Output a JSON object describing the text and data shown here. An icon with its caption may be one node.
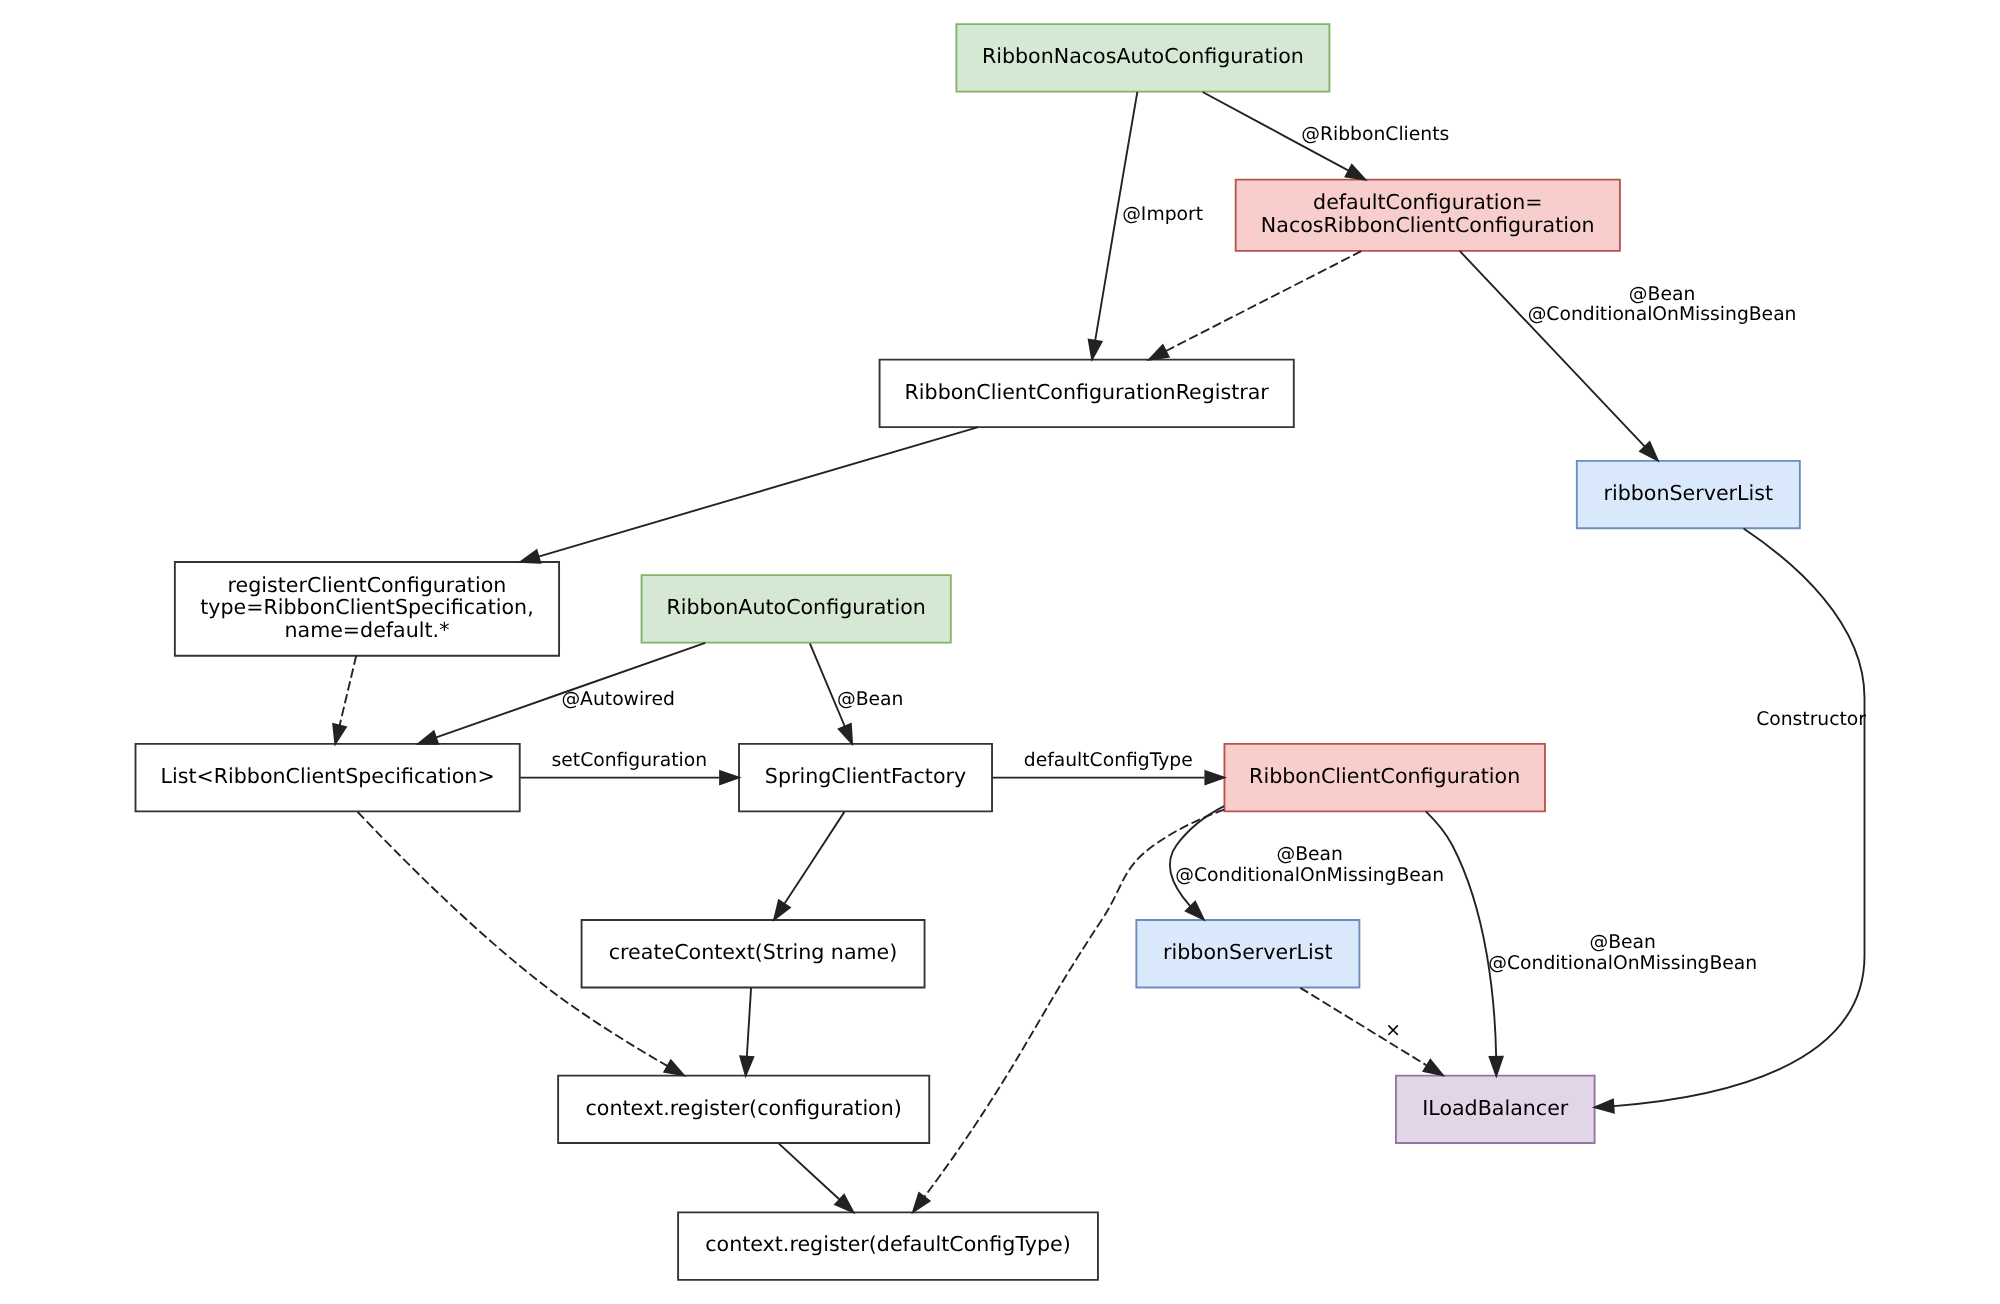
{
  "diagram": {
    "nodes": [
      {
        "text": [
          "RibbonNacosAutoConfiguration"
        ]
      },
      {
        "text": [
          "defaultConfiguration= NacosRibbonClientConfiguration"
        ]
      },
      {
        "text": [
          "RibbonClientConfigurationRegistrar"
        ]
      },
      {
        "text": [
          "ribbonServerList"
        ]
      },
      {
        "text": [
          "registerClientConfiguration type=RibbonClientSpecification, name=default.*"
        ]
      },
      {
        "text": [
          "ILoadBalancer"
        ]
      },
      {
        "text": [
          "RibbonAutoConfiguration"
        ]
      },
      {
        "text": [
          "RibbonClientConfiguration"
        ]
      },
      {
        "text": [
          "SpringClientFactory"
        ]
      },
      {
        "text": [
          "List<RibbonClientSpecification>"
        ]
      },
      {
        "text": [
          "ribbonServerList"
        ]
      },
      {
        "text": [
          "createContext(String name)"
        ]
      },
      {
        "text": [
          "context.register(configuration)"
        ]
      },
      {
        "text": [
          "context.register(defaultConfigType)"
        ]
      }
    ],
    "edges": [
      {
        "from": 0,
        "to": 1,
        "arrow": "to",
        "label": "@RibbonClients"
      },
      {
        "from": 0,
        "to": 2,
        "arrow": "to",
        "label": "@Import"
      },
      {
        "from": 1,
        "to": 2,
        "arrow": "to",
        "style": "dashed"
      },
      {
        "from": 1,
        "to": 3,
        "arrow": "to",
        "label": "@Bean @ConditionalOnMissingBean"
      },
      {
        "from": 3,
        "to": 5,
        "arrow": "to",
        "label": "Constructor"
      },
      {
        "from": 2,
        "to": 4,
        "arrow": "to"
      },
      {
        "from": 4,
        "to": 9,
        "arrow": "to",
        "style": "dashed"
      },
      {
        "from": 6,
        "to": 9,
        "arrow": "to",
        "label": "@Autowired"
      },
      {
        "from": 6,
        "to": 8,
        "arrow": "to",
        "label": "@Bean"
      },
      {
        "from": 7,
        "to": 5,
        "arrow": "to",
        "label": "@Bean @ConditionalOnMissingBean"
      },
      {
        "from": 8,
        "to": 7,
        "arrow": "to",
        "label": "defaultConfigType"
      },
      {
        "from": 9,
        "to": 8,
        "arrow": "to",
        "label": "setConfiguration"
      },
      {
        "from": 7,
        "to": 10,
        "arrow": "to",
        "label": "@Bean @ConditionalOnMissingBean"
      },
      {
        "from": 10,
        "to": 5,
        "arrow": "to",
        "style": "dashed",
        "label": "×"
      },
      {
        "from": 8,
        "to": 11,
        "arrow": "to"
      },
      {
        "from": 11,
        "to": 12,
        "arrow": "to"
      },
      {
        "from": 12,
        "to": 13,
        "arrow": "to"
      },
      {
        "from": 9,
        "to": 12,
        "arrow": "to",
        "style": "dashed"
      },
      {
        "from": 7,
        "to": 13,
        "arrow": "to",
        "style": "dashed"
      }
    ]
  }
}
